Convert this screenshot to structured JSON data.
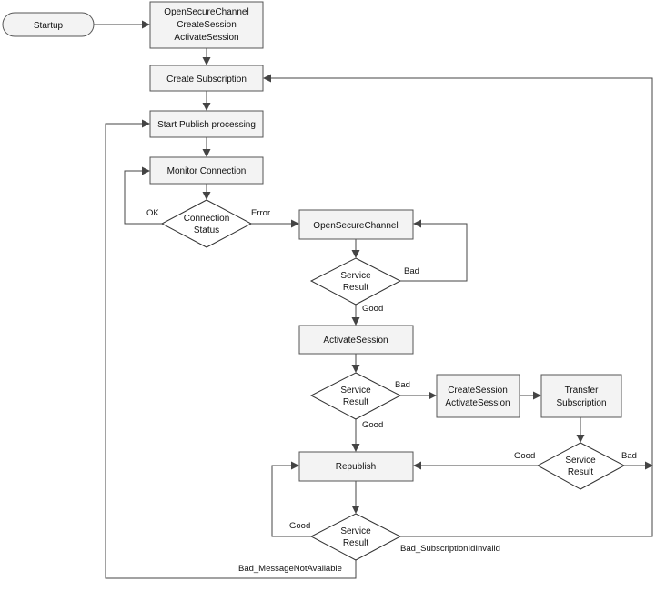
{
  "nodes": {
    "startup": {
      "lines": [
        "Startup"
      ]
    },
    "open_channel_start": {
      "lines": [
        "OpenSecureChannel",
        "CreateSession",
        "ActivateSession"
      ]
    },
    "create_subscription": {
      "lines": [
        "Create Subscription"
      ]
    },
    "start_publish": {
      "lines": [
        "Start Publish processing"
      ]
    },
    "monitor_connection": {
      "lines": [
        "Monitor Connection"
      ]
    },
    "connection_status": {
      "lines": [
        "Connection",
        "Status"
      ]
    },
    "open_secure_channel": {
      "lines": [
        "OpenSecureChannel"
      ]
    },
    "service_result_1": {
      "lines": [
        "Service",
        "Result"
      ]
    },
    "activate_session": {
      "lines": [
        "ActivateSession"
      ]
    },
    "service_result_2": {
      "lines": [
        "Service",
        "Result"
      ]
    },
    "create_activate_session": {
      "lines": [
        "CreateSession",
        "ActivateSession"
      ]
    },
    "transfer_subscription": {
      "lines": [
        "Transfer",
        "Subscription"
      ]
    },
    "service_result_3": {
      "lines": [
        "Service",
        "Result"
      ]
    },
    "republish": {
      "lines": [
        "Republish"
      ]
    },
    "service_result_4": {
      "lines": [
        "Service",
        "Result"
      ]
    }
  },
  "edge_labels": {
    "ok": "OK",
    "error": "Error",
    "bad_1": "Bad",
    "good_1": "Good",
    "bad_2": "Bad",
    "good_2": "Good",
    "good_3": "Good",
    "bad_3": "Bad",
    "good_4": "Good",
    "bad_subscription": "Bad_SubscriptionIdInvalid",
    "bad_message": "Bad_MessageNotAvailable"
  }
}
